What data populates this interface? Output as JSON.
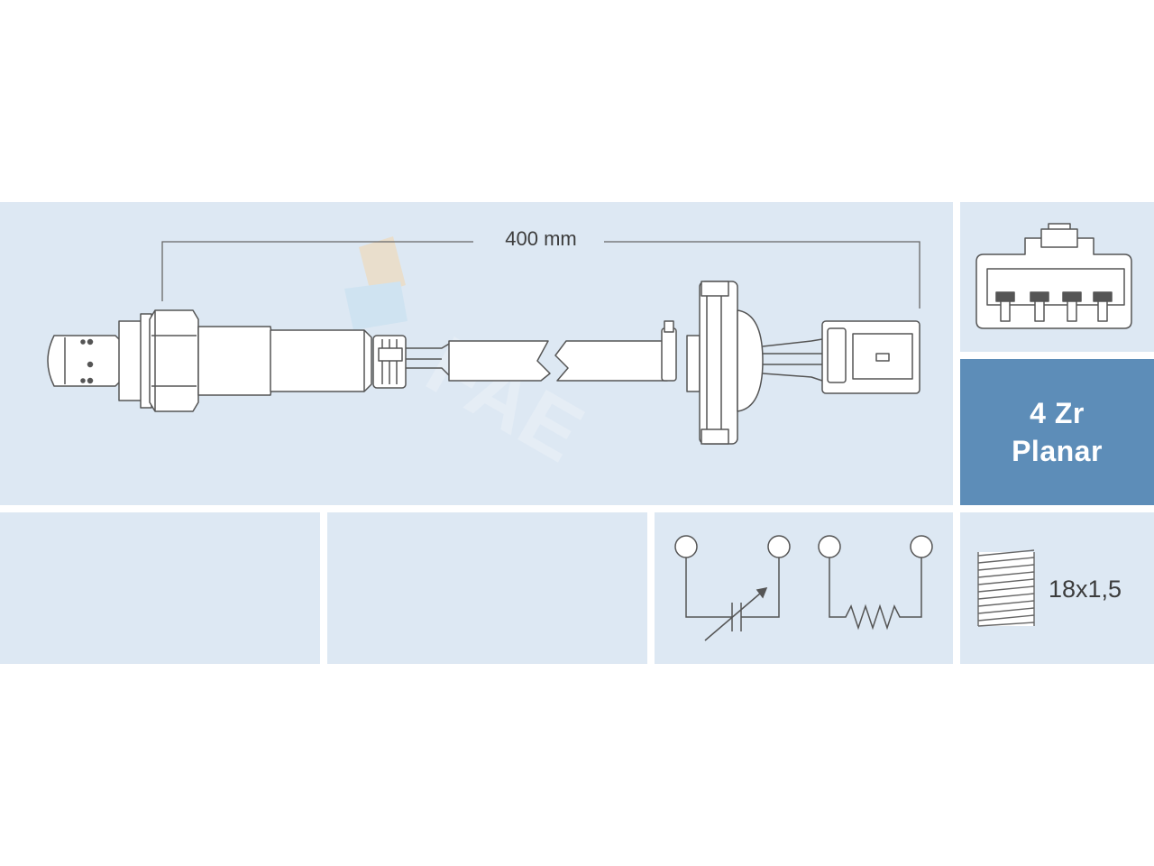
{
  "diagram": {
    "length_label": "400 mm",
    "sensor_type_lines": [
      "4 Zr",
      "Planar"
    ],
    "thread_label": "18x1,5",
    "watermark_logo": "FAE",
    "colors": {
      "panel_bg": "#dde8f3",
      "accent_blue": "#5d8db8",
      "line_art": "#555555"
    }
  }
}
